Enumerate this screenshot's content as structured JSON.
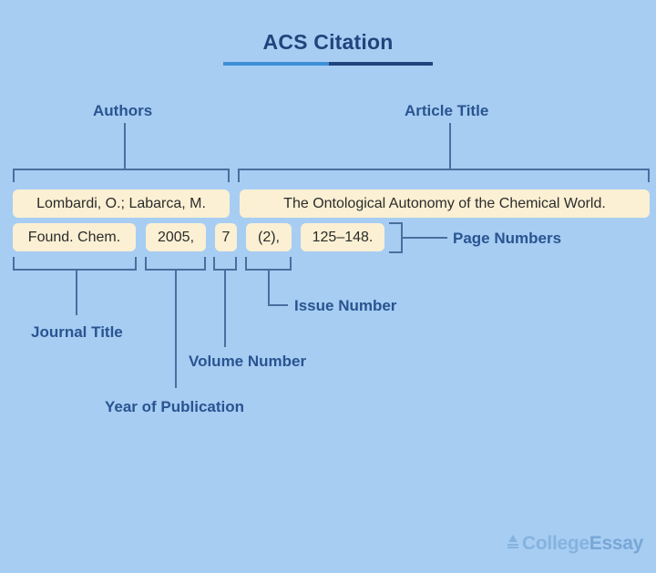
{
  "title": "ACS Citation",
  "colors": {
    "background": "#a7cdf3",
    "title": "#21447c",
    "label": "#2a5490",
    "chip": "#fbf0d3",
    "lines": "#4a6f9e",
    "underline_left": "#3d8fd6",
    "underline_right": "#21447c"
  },
  "labels": {
    "authors": "Authors",
    "article_title": "Article Title",
    "page_numbers": "Page Numbers",
    "issue_number": "Issue Number",
    "journal_title": "Journal Title",
    "volume_number": "Volume Number",
    "year_of_publication": "Year of Publication"
  },
  "citation": {
    "authors": "Lombardi, O.; Labarca, M.",
    "article_title": "The Ontological Autonomy of the Chemical World.",
    "journal": "Found. Chem.",
    "year": "2005,",
    "volume": "7",
    "issue": "(2),",
    "pages": "125–148."
  },
  "brand": {
    "icon": "mortarboard-icon",
    "name_part1": "College",
    "name_part2": "Essay"
  }
}
